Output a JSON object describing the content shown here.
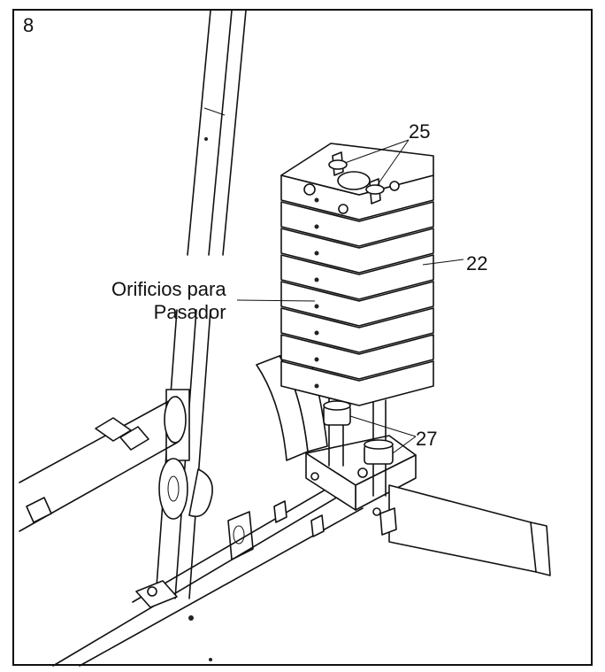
{
  "step_number": "8",
  "callouts": {
    "c25": "25",
    "c22": "22",
    "c27": "27"
  },
  "holes_label": {
    "line1": "Orificios para",
    "line2": "Pasador"
  },
  "colors": {
    "ink": "#111111",
    "paper": "#ffffff"
  }
}
